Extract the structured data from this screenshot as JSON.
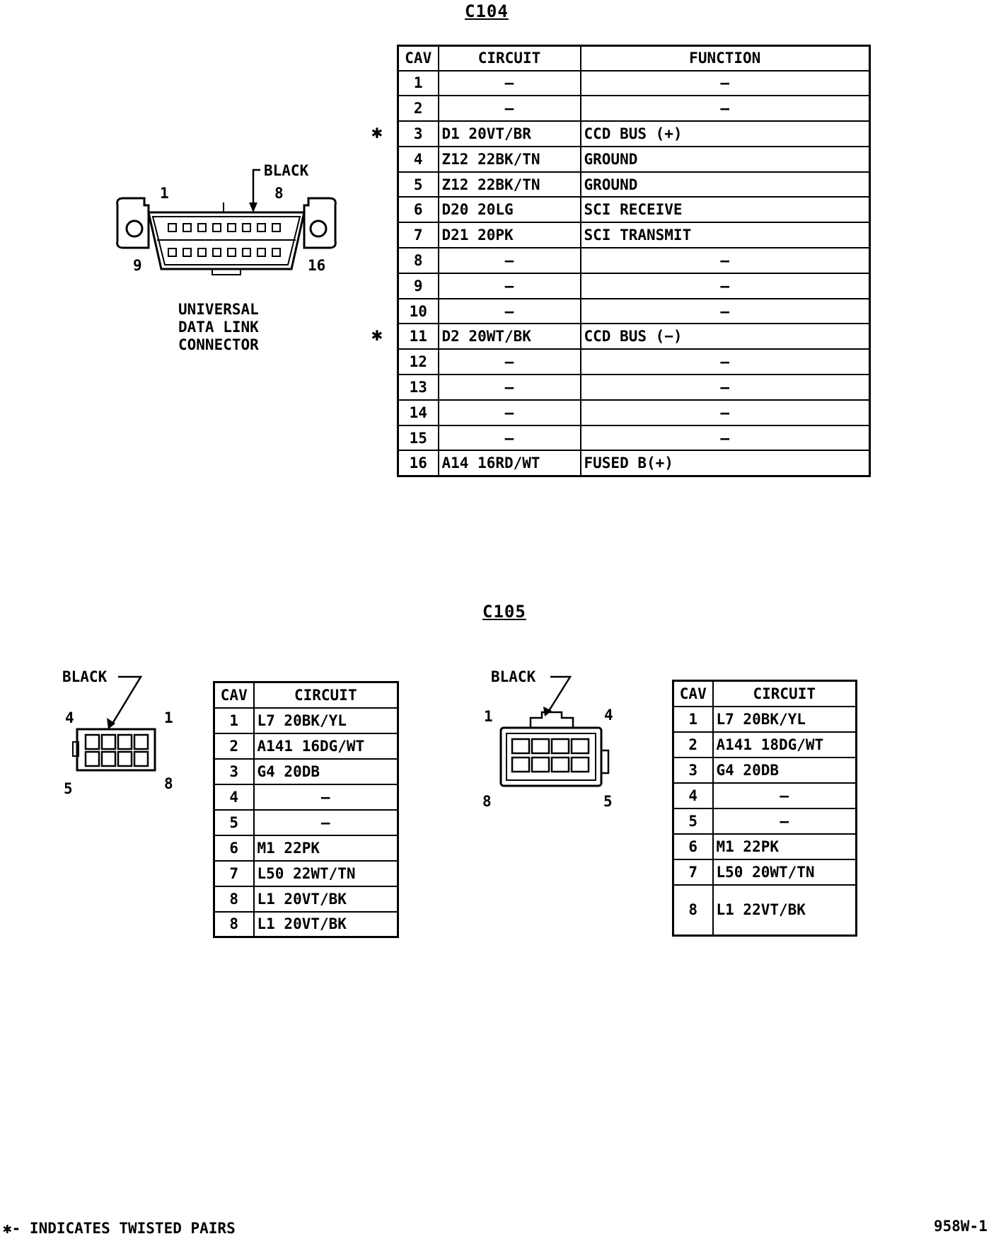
{
  "c104": {
    "title": "C104",
    "connector_label": [
      "UNIVERSAL",
      "DATA LINK",
      "CONNECTOR"
    ],
    "color_label": "BLACK",
    "pin_labels": {
      "top_left": "1",
      "top_right": "8",
      "bottom_left": "9",
      "bottom_right": "16"
    },
    "headers": {
      "cav": "CAV",
      "circuit": "CIRCUIT",
      "function": "FUNCTION"
    },
    "rows": [
      {
        "cav": "1",
        "circuit": "—",
        "function": "—",
        "star": ""
      },
      {
        "cav": "2",
        "circuit": "—",
        "function": "—",
        "star": ""
      },
      {
        "cav": "3",
        "circuit": "D1 20VT/BR",
        "function": "CCD BUS (+)",
        "star": "✱"
      },
      {
        "cav": "4",
        "circuit": "Z12 22BK/TN",
        "function": "GROUND",
        "star": ""
      },
      {
        "cav": "5",
        "circuit": "Z12 22BK/TN",
        "function": "GROUND",
        "star": ""
      },
      {
        "cav": "6",
        "circuit": "D20 20LG",
        "function": "SCI RECEIVE",
        "star": ""
      },
      {
        "cav": "7",
        "circuit": "D21 20PK",
        "function": "SCI TRANSMIT",
        "star": ""
      },
      {
        "cav": "8",
        "circuit": "—",
        "function": "—",
        "star": ""
      },
      {
        "cav": "9",
        "circuit": "—",
        "function": "—",
        "star": ""
      },
      {
        "cav": "10",
        "circuit": "—",
        "function": "—",
        "star": ""
      },
      {
        "cav": "11",
        "circuit": "D2 20WT/BK",
        "function": "CCD BUS (−)",
        "star": "✱"
      },
      {
        "cav": "12",
        "circuit": "—",
        "function": "—",
        "star": ""
      },
      {
        "cav": "13",
        "circuit": "—",
        "function": "—",
        "star": ""
      },
      {
        "cav": "14",
        "circuit": "—",
        "function": "—",
        "star": ""
      },
      {
        "cav": "15",
        "circuit": "—",
        "function": "—",
        "star": ""
      },
      {
        "cav": "16",
        "circuit": "A14 16RD/WT",
        "function": "FUSED B(+)",
        "star": ""
      }
    ]
  },
  "c105": {
    "title": "C105",
    "left": {
      "color_label": "BLACK",
      "pin_labels": {
        "top_left": "4",
        "top_right": "1",
        "bottom_left": "5",
        "bottom_right": "8"
      },
      "headers": {
        "cav": "CAV",
        "circuit": "CIRCUIT"
      },
      "rows": [
        {
          "cav": "1",
          "circuit": "L7 20BK/YL"
        },
        {
          "cav": "2",
          "circuit": "A141 16DG/WT"
        },
        {
          "cav": "3",
          "circuit": "G4 20DB"
        },
        {
          "cav": "4",
          "circuit": "—"
        },
        {
          "cav": "5",
          "circuit": "—"
        },
        {
          "cav": "6",
          "circuit": "M1 22PK"
        },
        {
          "cav": "7",
          "circuit": "L50 22WT/TN"
        },
        {
          "cav": "8",
          "circuit": "L1 20VT/BK"
        },
        {
          "cav": "8",
          "circuit": "L1 20VT/BK"
        }
      ]
    },
    "right": {
      "color_label": "BLACK",
      "pin_labels": {
        "top_left": "1",
        "top_right": "4",
        "bottom_left": "8",
        "bottom_right": "5"
      },
      "headers": {
        "cav": "CAV",
        "circuit": "CIRCUIT"
      },
      "rows": [
        {
          "cav": "1",
          "circuit": "L7 20BK/YL"
        },
        {
          "cav": "2",
          "circuit": "A141 18DG/WT"
        },
        {
          "cav": "3",
          "circuit": "G4 20DB"
        },
        {
          "cav": "4",
          "circuit": "—"
        },
        {
          "cav": "5",
          "circuit": "—"
        },
        {
          "cav": "6",
          "circuit": "M1 22PK"
        },
        {
          "cav": "7",
          "circuit": "L50 20WT/TN"
        },
        {
          "cav": "8",
          "circuit": "L1 22VT/BK"
        }
      ]
    }
  },
  "footer": {
    "legend": "✱- INDICATES TWISTED PAIRS",
    "figure_id": "958W-1"
  }
}
